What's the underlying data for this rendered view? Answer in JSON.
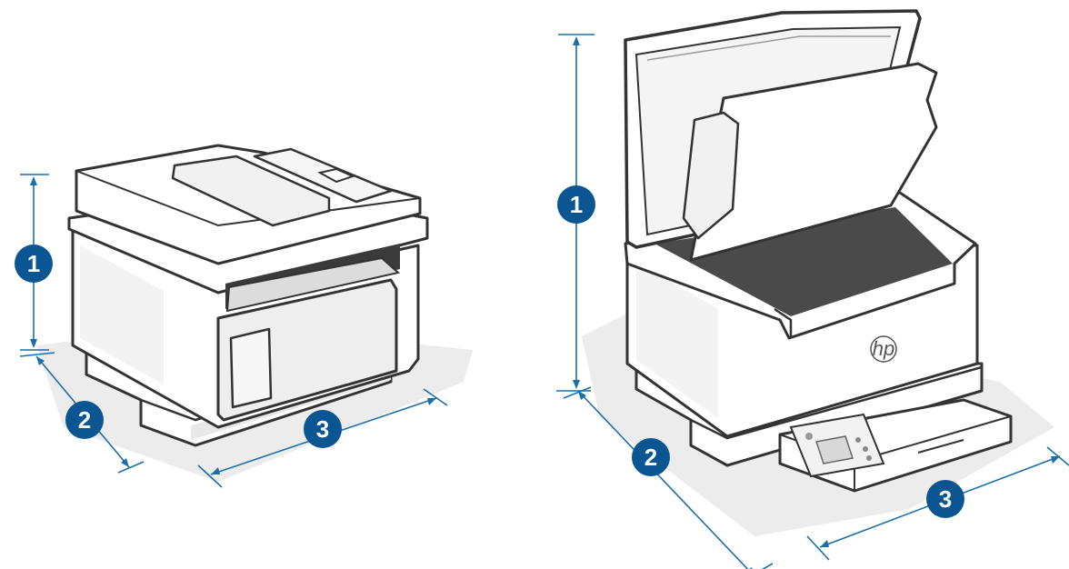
{
  "diagram": {
    "printers": [
      {
        "name": "printer-closed",
        "callouts": [
          {
            "id": "height",
            "label": "1"
          },
          {
            "id": "depth",
            "label": "2"
          },
          {
            "id": "width",
            "label": "3"
          }
        ]
      },
      {
        "name": "printer-open",
        "logo": "hp",
        "callouts": [
          {
            "id": "height",
            "label": "1"
          },
          {
            "id": "depth",
            "label": "2"
          },
          {
            "id": "width",
            "label": "3"
          }
        ]
      }
    ],
    "colors": {
      "dimension_line": "#1b6fa8",
      "badge_fill": "#0b5592",
      "outline": "#333333",
      "body": "#ffffff",
      "panel": "#f2f2f2",
      "shadow": "#e9e9e9",
      "scanner_glass": "#4a4a4a"
    }
  }
}
